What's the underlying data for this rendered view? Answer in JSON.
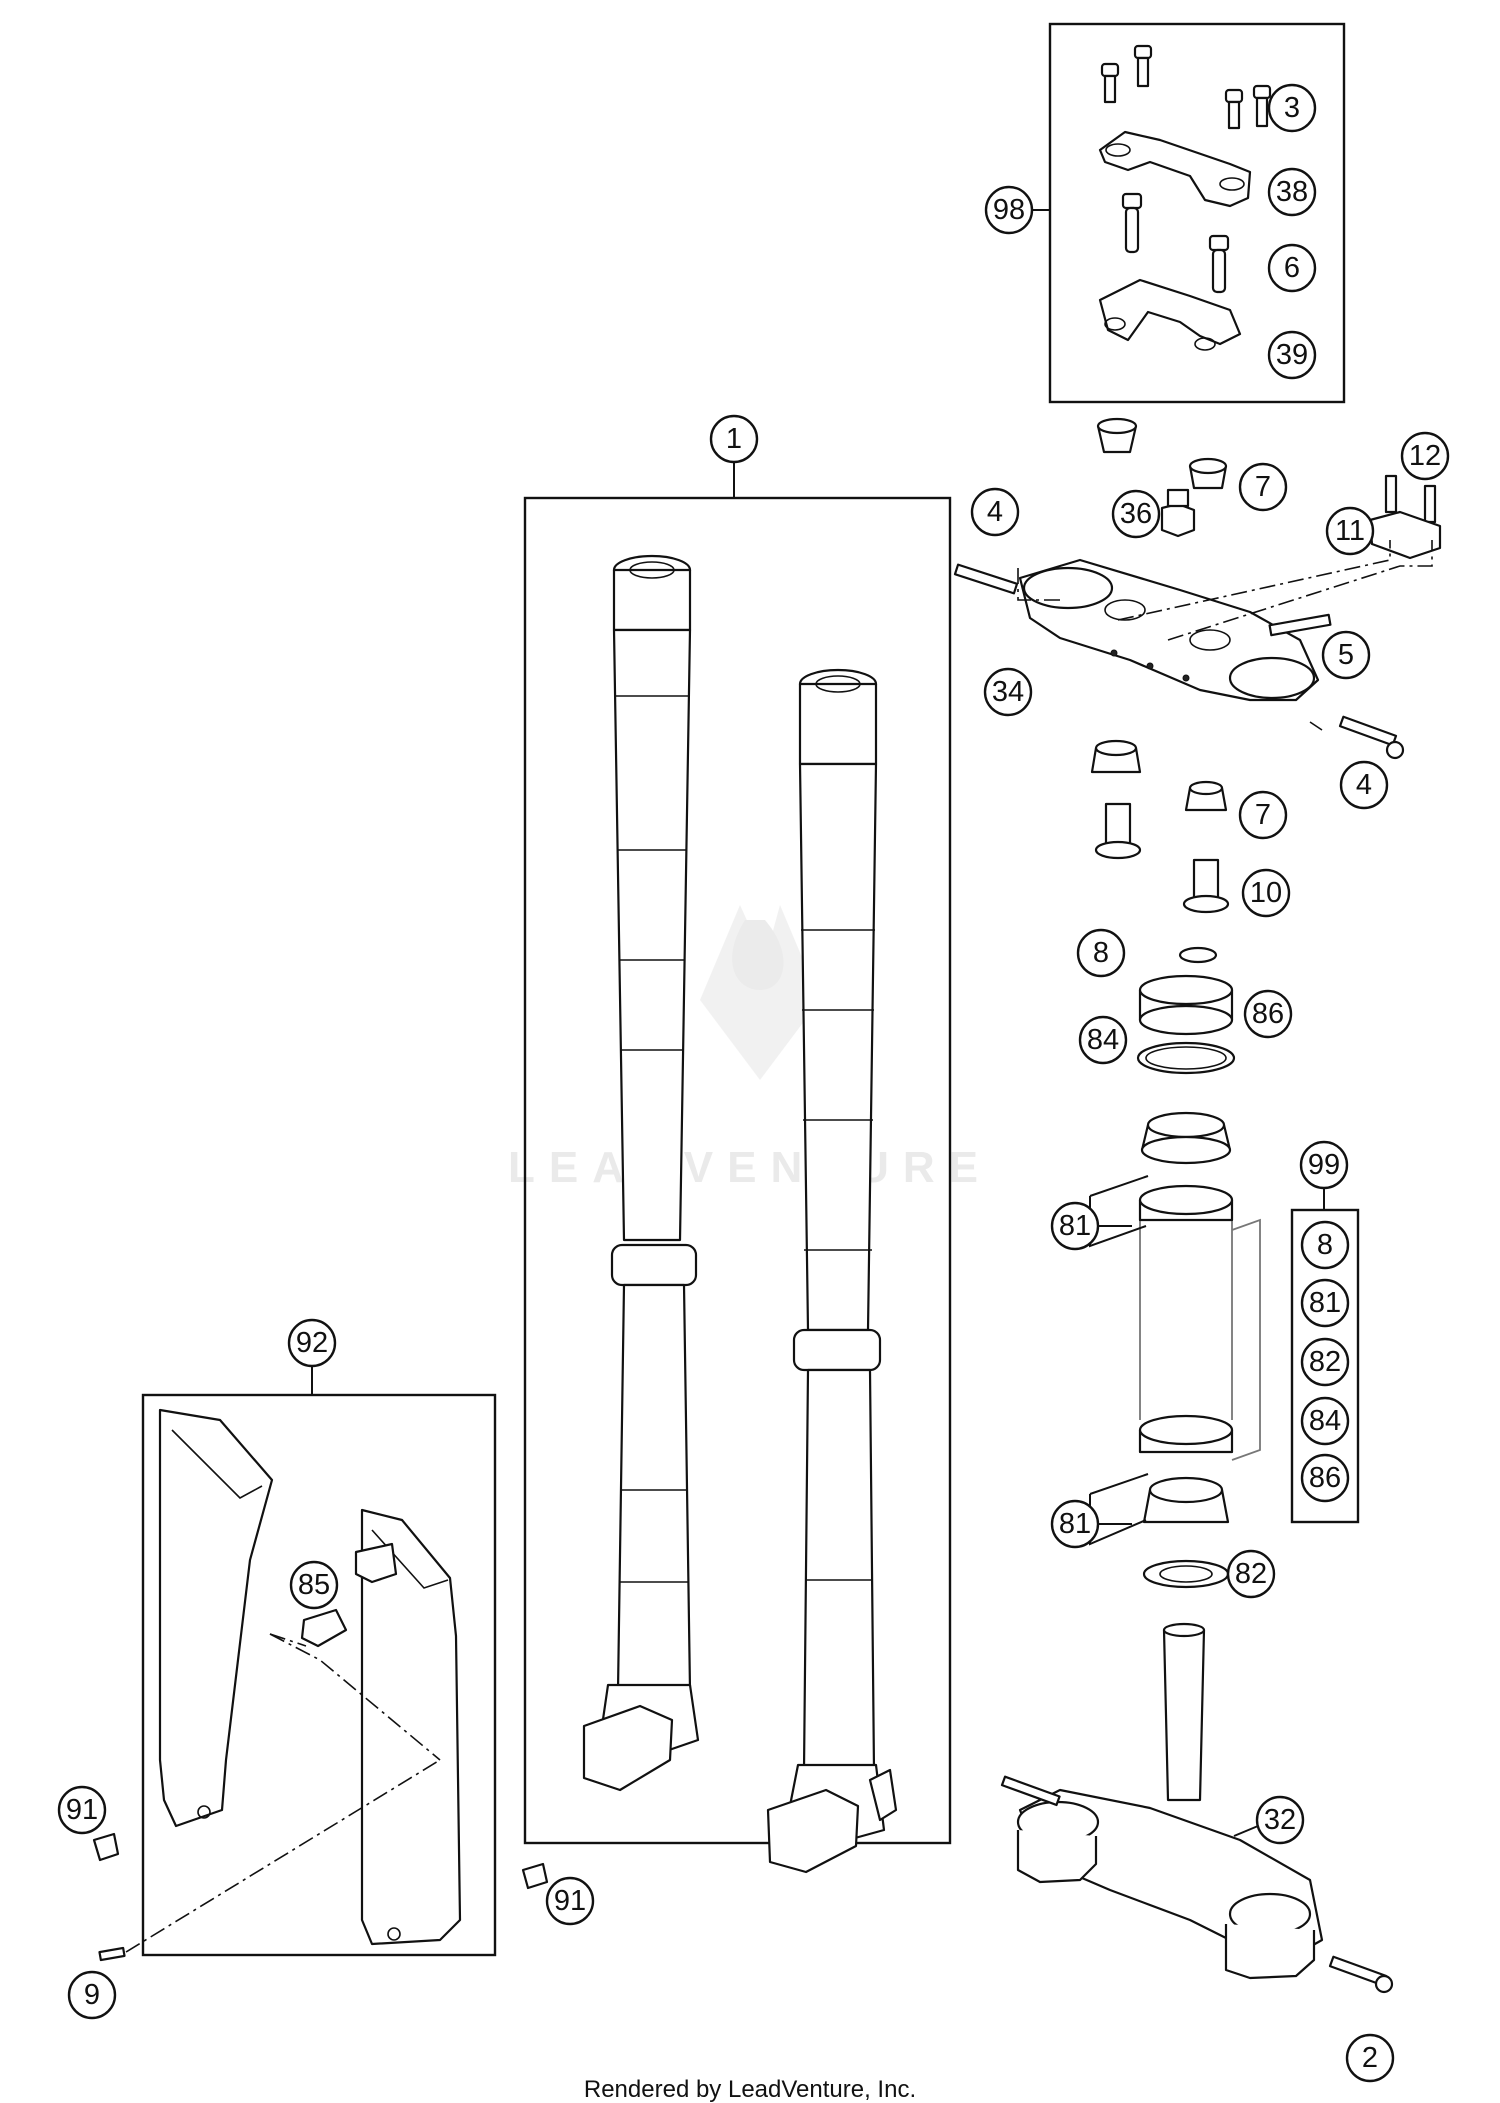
{
  "callouts": {
    "c1": "1",
    "c2": "2",
    "c3": "3",
    "c4a": "4",
    "c4b": "4",
    "c5": "5",
    "c6": "6",
    "c7a": "7",
    "c7b": "7",
    "c8a": "8",
    "c8b": "8",
    "c9": "9",
    "c10": "10",
    "c11": "11",
    "c12": "12",
    "c32": "32",
    "c34": "34",
    "c36": "36",
    "c38": "38",
    "c39": "39",
    "c81a": "81",
    "c81b": "81",
    "c81c": "81",
    "c82a": "82",
    "c82b": "82",
    "c84a": "84",
    "c84b": "84",
    "c85": "85",
    "c86a": "86",
    "c86b": "86",
    "c91a": "91",
    "c91b": "91",
    "c92": "92",
    "c98": "98",
    "c99": "99"
  },
  "watermark": "LEADVENTURE",
  "footer": "Rendered by LeadVenture, Inc."
}
